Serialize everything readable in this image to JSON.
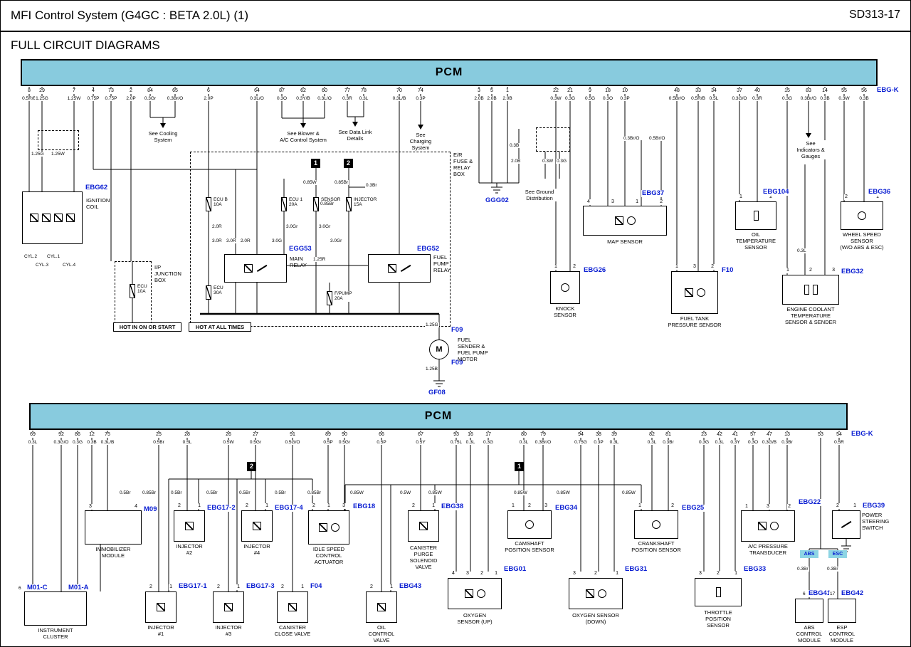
{
  "colors": {
    "accent_blue": "#0a1ed2",
    "pcm_fill": "#88cbde",
    "tag_fill": "#8ed5e4"
  },
  "header": {
    "title": "MFI Control System (G4GC : BETA 2.0L) (1)",
    "code": "SD313-17",
    "heading": "FULL CIRCUIT DIAGRAMS"
  },
  "pcm_top": {
    "label": "PCM",
    "connector": "EBG-K",
    "pins": [
      {
        "n": "8",
        "w": "0.5R/B"
      },
      {
        "n": "29",
        "w": "1.25G"
      },
      {
        "n": "7",
        "w": "1.25W"
      },
      {
        "n": "4",
        "w": "0.75P"
      },
      {
        "n": "73",
        "w": "0.75P"
      },
      {
        "n": "2",
        "w": "2.0P"
      },
      {
        "n": "84",
        "w": "0.3Gr"
      },
      {
        "n": "65",
        "w": "0.3Br/O"
      },
      {
        "n": "6",
        "w": "2.0P"
      },
      {
        "n": "64",
        "w": "0.3L/O"
      },
      {
        "n": "87",
        "w": "0.3O"
      },
      {
        "n": "62",
        "w": "0.3Y/B"
      },
      {
        "n": "60",
        "w": "0.3L/O"
      },
      {
        "n": "77",
        "w": "0.3R"
      },
      {
        "n": "78",
        "w": "0.3L"
      },
      {
        "n": "70",
        "w": "0.3L/B"
      },
      {
        "n": "74",
        "w": "0.3P"
      },
      {
        "n": "3",
        "w": "2.0B"
      },
      {
        "n": "5",
        "w": "2.0B"
      },
      {
        "n": "1",
        "w": "2.0B"
      },
      {
        "n": "22",
        "w": "0.3W"
      },
      {
        "n": "21",
        "w": "0.3G"
      },
      {
        "n": "9",
        "w": "0.5G"
      },
      {
        "n": "18",
        "w": "0.3O"
      },
      {
        "n": "10",
        "w": "0.3P"
      },
      {
        "n": "48",
        "w": "0.5Br/O"
      },
      {
        "n": "33",
        "w": "0.5R/B"
      },
      {
        "n": "34",
        "w": "0.5L"
      },
      {
        "n": "37",
        "w": "0.3G/O"
      },
      {
        "n": "40",
        "w": "0.3R"
      },
      {
        "n": "15",
        "w": "0.3G"
      },
      {
        "n": "83",
        "w": "0.3Br/O"
      },
      {
        "n": "14",
        "w": "0.3B"
      },
      {
        "n": "55",
        "w": "0.3W"
      },
      {
        "n": "56",
        "w": "0.3B"
      }
    ]
  },
  "pcm_bottom": {
    "label": "PCM",
    "connector": "EBG-K",
    "pins": [
      {
        "n": "69",
        "w": "0.3L"
      },
      {
        "n": "92",
        "w": "0.3G/O"
      },
      {
        "n": "86",
        "w": "0.3G"
      },
      {
        "n": "12",
        "w": "0.3B"
      },
      {
        "n": "75",
        "w": "0.3L/B"
      },
      {
        "n": "25",
        "w": "0.5Br"
      },
      {
        "n": "28",
        "w": "0.5L"
      },
      {
        "n": "26",
        "w": "0.5W"
      },
      {
        "n": "27",
        "w": "0.5Gr"
      },
      {
        "n": "91",
        "w": "0.5G/O"
      },
      {
        "n": "89",
        "w": "0.5P"
      },
      {
        "n": "90",
        "w": "0.5Gr"
      },
      {
        "n": "66",
        "w": "0.5P"
      },
      {
        "n": "67",
        "w": "0.5Y"
      },
      {
        "n": "93",
        "w": "0.75L"
      },
      {
        "n": "16",
        "w": "0.3L"
      },
      {
        "n": "17",
        "w": "0.3G"
      },
      {
        "n": "80",
        "w": "0.3L"
      },
      {
        "n": "79",
        "w": "0.3Br/O"
      },
      {
        "n": "94",
        "w": "0.75G"
      },
      {
        "n": "38",
        "w": "0.3P"
      },
      {
        "n": "39",
        "w": "0.3L"
      },
      {
        "n": "82",
        "w": "0.3L"
      },
      {
        "n": "81",
        "w": "0.3Br"
      },
      {
        "n": "23",
        "w": "0.3G"
      },
      {
        "n": "42",
        "w": "0.3L"
      },
      {
        "n": "41",
        "w": "0.3Y"
      },
      {
        "n": "57",
        "w": "0.3O"
      },
      {
        "n": "47",
        "w": "0.3G/B"
      },
      {
        "n": "13",
        "w": "0.3Br"
      },
      {
        "n": "53",
        "w": ""
      },
      {
        "n": "54",
        "w": "0.5R"
      }
    ]
  },
  "junctions": {
    "one": "1",
    "two": "2"
  },
  "sees": {
    "cooling": "See Cooling\nSystem",
    "blower": "See Blower &\nA/C Control System",
    "datalink": "See Data Link\nDetails",
    "charging": "See\nCharging\nSystem",
    "ground": "See Ground\nDistribution",
    "indicators": "See\nIndicators &\nGauges"
  },
  "hot_labels": {
    "start": "HOT IN ON OR START",
    "all": "HOT AT ALL TIMES"
  },
  "fuse_box": {
    "name": "E/R\nFUSE &\nRELAY\nBOX",
    "fuses": [
      "ECU B\n10A",
      "ECU 1\n20A",
      "SENSOR\n10A",
      "INJECTOR\n15A",
      "ECU\n30A",
      "F/PUMP\n20A"
    ],
    "main_relay": {
      "connector": "EGG53",
      "name": "MAIN\nRELAY"
    },
    "fuel_pump_relay": {
      "connector": "EBG52",
      "name": "FUEL\nPUMP\nRELAY"
    }
  },
  "ip_junction": {
    "name": "I/P\nJUNCTION\nBOX",
    "fuse": "ECU\n10A"
  },
  "grounds": {
    "ggg02": "GGG02",
    "gf08": "GF08"
  },
  "components": {
    "ignition_coil": {
      "connector": "EBG62",
      "name": "IGNITION\nCOIL",
      "cyls": [
        "CYL.2",
        "CYL.1",
        "CYL.3",
        "CYL.4"
      ]
    },
    "map_sensor": {
      "connector": "EBG37",
      "name": "MAP SENSOR",
      "pins": [
        "4",
        "3",
        "1",
        "2"
      ]
    },
    "oil_temp_sensor": {
      "connector": "EBG104",
      "name": "OIL\nTEMPERATURE\nSENSOR",
      "pins": [
        "1",
        "2"
      ]
    },
    "wheel_speed_sensor": {
      "connector": "EBG36",
      "name": "WHEEL SPEED\nSENSOR\n(W/O ABS & ESC)",
      "pins": [
        "2",
        "1"
      ]
    },
    "knock_sensor": {
      "connector": "EBG26",
      "name": "KNOCK\nSENSOR",
      "pins": [
        "1",
        "2"
      ]
    },
    "fuel_tank_pressure_sensor": {
      "connector": "F10",
      "name": "FUEL TANK\nPRESSURE SENSOR",
      "pins": [
        "1",
        "3",
        "2"
      ]
    },
    "ect_sensor": {
      "connector": "EBG32",
      "name": "ENGINE COOLANT\nTEMPERATURE\nSENSOR & SENDER",
      "pins": [
        "1",
        "2",
        "3"
      ]
    },
    "fuel_pump": {
      "connector_top": "F09",
      "connector_bottom": "F09",
      "name": "FUEL\nSENDER &\nFUEL PUMP\nMOTOR",
      "motor_label": "M"
    },
    "immobilizer": {
      "connector": "M09",
      "name": "IMMOBILIZER\nMODULE",
      "pins": [
        "3",
        "4"
      ]
    },
    "instrument_cluster": {
      "connector_left": "M01-C",
      "connector_right": "M01-A",
      "pin_left": "6",
      "name": "INSTRUMENT\nCLUSTER"
    },
    "injector1": {
      "connector": "EBG17-1",
      "name": "INJECTOR\n#1",
      "pins": [
        "2",
        "1"
      ]
    },
    "injector2": {
      "connector": "EBG17-2",
      "name": "INJECTOR\n#2",
      "pins": [
        "2",
        "1"
      ]
    },
    "injector3": {
      "connector": "EBG17-3",
      "name": "INJECTOR\n#3",
      "pins": [
        "2",
        "1"
      ]
    },
    "injector4": {
      "connector": "EBG17-4",
      "name": "INJECTOR\n#4",
      "pins": [
        "2",
        "1"
      ]
    },
    "isca": {
      "connector": "EBG18",
      "name": "IDLE SPEED\nCONTROL\nACTUATOR",
      "pins": [
        "2",
        "1",
        "3"
      ]
    },
    "canister_close_valve": {
      "connector": "F04",
      "name": "CANISTER\nCLOSE VALVE",
      "pins": [
        "2",
        "1"
      ]
    },
    "oil_control_valve": {
      "connector": "EBG43",
      "name": "OIL\nCONTROL\nVALVE",
      "pins": [
        "2",
        "1"
      ]
    },
    "purge_valve": {
      "connector": "EBG38",
      "name": "CANISTER\nPURGE\nSOLENOID\nVALVE",
      "pins": [
        "2",
        "1"
      ]
    },
    "camshaft_sensor": {
      "connector": "EBG34",
      "name": "CAMSHAFT\nPOSITION SENSOR",
      "pins": [
        "1",
        "2",
        "3"
      ]
    },
    "crankshaft_sensor": {
      "connector": "EBG25",
      "name": "CRANKSHAFT\nPOSITION SENSOR",
      "pins": [
        "1",
        "2"
      ]
    },
    "o2_up": {
      "connector": "EBG01",
      "name": "OXYGEN\nSENSOR (UP)",
      "pins": [
        "4",
        "3",
        "2",
        "1"
      ]
    },
    "o2_down": {
      "connector": "EBG31",
      "name": "OXYGEN SENSOR\n(DOWN)",
      "pins": [
        "3",
        "2",
        "1"
      ]
    },
    "tps": {
      "connector": "EBG33",
      "name": "THROTTLE\nPOSITION\nSENSOR",
      "pins": [
        "3",
        "2",
        "1"
      ]
    },
    "ac_pressure": {
      "connector": "EBG22",
      "name": "A/C PRESSURE\nTRANSDUCER",
      "pins": [
        "1",
        "3",
        "2"
      ]
    },
    "power_steering": {
      "connector": "EBG39",
      "name": "POWER\nSTEERING\nSWITCH",
      "pins": [
        "2",
        "1"
      ]
    },
    "abs_module": {
      "connector": "EBG41",
      "name": "ABS\nCONTROL\nMODULE",
      "pin": "6"
    },
    "esp_module": {
      "connector": "EBG42",
      "name": "ESP\nCONTROL\nMODULE",
      "pin": "17"
    },
    "tags": {
      "abs": "ABS",
      "esc": "ESC"
    }
  },
  "floating_labels": {
    "top": [
      "1.25G",
      "1.25W",
      "0.85W",
      "0.85Br",
      "0.85Br",
      "0.3Br",
      "2.0R",
      "3.0Gr",
      "3.0Gr",
      "3.0R",
      "3.0R",
      "2.0R",
      "3.0G",
      "3.0Gr",
      "1.25R",
      "1.25G",
      "1.25B",
      "0.3B",
      "2.0B",
      "0.3W",
      "0.3G",
      "0.3Br/O",
      "0.5Br/O",
      "0.3L",
      "CYL.2",
      "CYL.1",
      "CYL.3",
      "CYL.4"
    ],
    "bottom": [
      "0.5Br",
      "0.85Br",
      "0.5Br",
      "0.5Br",
      "0.5Br",
      "0.5Br",
      "0.85Br",
      "0.85W",
      "0.5W",
      "0.85W",
      "0.85W",
      "0.85W",
      "0.85W",
      "0.3Br",
      "0.3Br"
    ]
  }
}
